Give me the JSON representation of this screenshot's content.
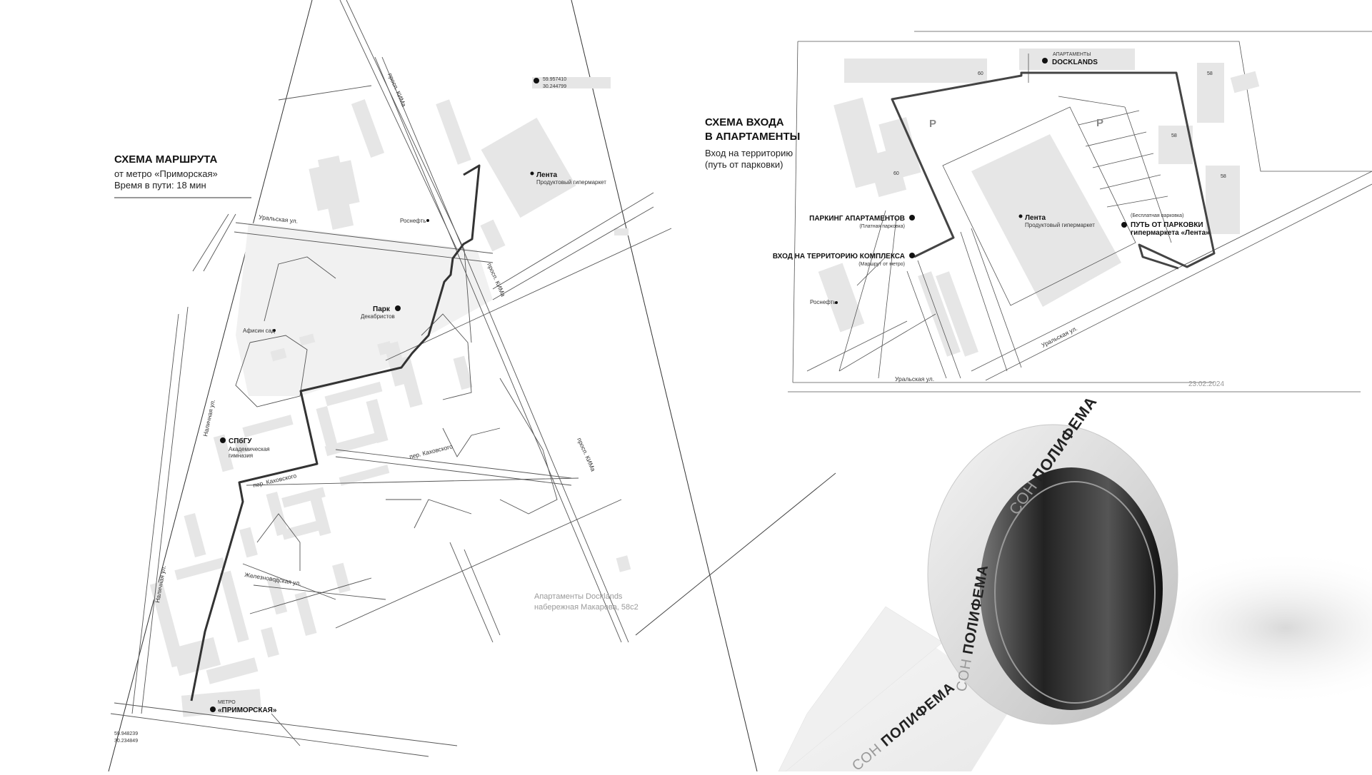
{
  "left_map": {
    "title": "СХЕМА МАРШРУТА",
    "subtitle_line1": "от метро «Приморская»",
    "subtitle_line2": "Время в пути: 18 мин",
    "coords_top_lat": "59.957410",
    "coords_top_lon": "30.244799",
    "coords_bottom_lat": "59.948239",
    "coords_bottom_lon": "30.234849",
    "address_line1": "Апартаменты Docklands",
    "address_line2": "набережная Макарова, 58с2",
    "places": {
      "lenta_name": "Лента",
      "lenta_desc": "Продуктовый гипермаркет",
      "rosneft": "Роснефть",
      "park_name": "Парк",
      "park_desc": "Декабристов",
      "afisin_sad": "Афисин сад",
      "spbgu_name": "СПбГУ",
      "spbgu_desc1": "Академическая",
      "spbgu_desc2": "гимназия",
      "metro_label": "МЕТРО",
      "metro_name": "«ПРИМОРСКАЯ»"
    },
    "streets": {
      "kima_top": "просп. КИМа",
      "kima_mid": "просп. КИМа",
      "kima_bottom": "просп. КИМа",
      "uralskaya": "Уральская ул.",
      "nalichnaya_top": "Наличная ул.",
      "nalichnaya_bottom": "Наличная ул.",
      "kahovskogo_left": "пер. Каховского",
      "kahovskogo_right": "пер. Каховского",
      "zheleznovodskaya": "Железноводская ул."
    }
  },
  "right_map": {
    "title_line1": "СХЕМА ВХОДА",
    "title_line2": "В АПАРТАМЕНТЫ",
    "subtitle_line1": "Вход на территорию",
    "subtitle_line2": "(путь от парковки)",
    "date": "23.02.2024",
    "places": {
      "apartments_label": "АПАРТАМЕНТЫ",
      "docklands": "DOCKLANDS",
      "lenta_name": "Лента",
      "lenta_desc": "Продуктовый гипермаркет",
      "parking_name": "ПАРКИНГ АПАРТАМЕНТОВ",
      "parking_desc": "(Платная парковка)",
      "entrance_name": "ВХОД НА ТЕРРИТОРИЮ КОМПЛЕКСА",
      "entrance_desc": "(Маршрут от метро)",
      "free_parking": "(Бесплатная парковка)",
      "path_line1": "ПУТЬ ОТ ПАРКОВКИ",
      "path_line2": "гипермаркета «Лента»",
      "rosneft": "Роснефть",
      "p1": "P",
      "p2": "P"
    },
    "numbers": {
      "b60_top": "60",
      "b60_left": "60",
      "b58_a": "58",
      "b58_b": "58",
      "b58_c": "58"
    },
    "streets": {
      "uralskaya_bottom": "Уральская ул.",
      "uralskaya_diag": "Уральская ул."
    }
  },
  "tape": {
    "brand_light": "СОН",
    "brand_bold": "ПОЛИФЕМА"
  },
  "colors": {
    "route": "#333333",
    "street_line": "#555555",
    "building": "#e6e6e6",
    "park": "#f1f1f1"
  }
}
